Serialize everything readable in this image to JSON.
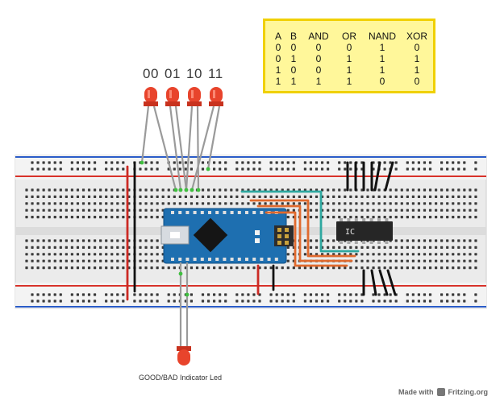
{
  "led_labels": [
    "00",
    "01",
    "10",
    "11"
  ],
  "truth_table": {
    "headers": [
      "A",
      "B",
      "AND",
      "OR",
      "NAND",
      "XOR"
    ],
    "rows": [
      [
        "0",
        "0",
        "0",
        "0",
        "1",
        "0"
      ],
      [
        "0",
        "1",
        "0",
        "1",
        "1",
        "1"
      ],
      [
        "1",
        "0",
        "0",
        "1",
        "1",
        "1"
      ],
      [
        "1",
        "1",
        "1",
        "1",
        "0",
        "0"
      ]
    ]
  },
  "ic_label": "IC",
  "indicator_label": "GOOD/BAD Indicator Led",
  "credit": {
    "prefix": "Made with",
    "brand": "Fritzing.org"
  },
  "colors": {
    "led_red": "#e8442c",
    "arduino_blue": "#1e6fb0",
    "wire_orange": "#e06a2e",
    "wire_teal": "#2fa8a0",
    "wire_black": "#111111",
    "wire_red": "#cc2a24",
    "rail_red": "#d8322a",
    "rail_blue": "#2a5cc8",
    "table_bg": "#fff79a",
    "table_border": "#f0d000"
  }
}
